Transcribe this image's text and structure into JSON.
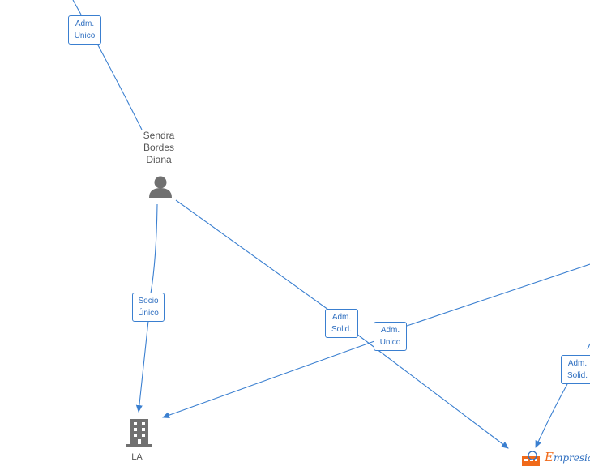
{
  "nodes": {
    "person": {
      "name_lines": [
        "Sendra",
        "Bordes",
        "Diana"
      ],
      "icon": "person-icon"
    },
    "company_left": {
      "label": "LA",
      "icon": "building-icon"
    },
    "company_right": {
      "icon": "building-icon"
    }
  },
  "edge_labels": [
    {
      "id": "adm-unico-top",
      "lines": [
        "Adm.",
        "Unico"
      ]
    },
    {
      "id": "socio-unico",
      "lines": [
        "Socio",
        "Único"
      ]
    },
    {
      "id": "adm-solid-center",
      "lines": [
        "Adm.",
        "Solid."
      ]
    },
    {
      "id": "adm-unico-center",
      "lines": [
        "Adm.",
        "Unico"
      ]
    },
    {
      "id": "adm-solid-right",
      "lines": [
        "Adm.",
        "Solid."
      ]
    }
  ],
  "brand": {
    "text_first": "E",
    "text_rest": "mpresia",
    "icon": "copyright-icon"
  },
  "colors": {
    "edge": "#3a7fd0",
    "node_icon": "#707070",
    "brand_accent": "#f06a1a"
  }
}
